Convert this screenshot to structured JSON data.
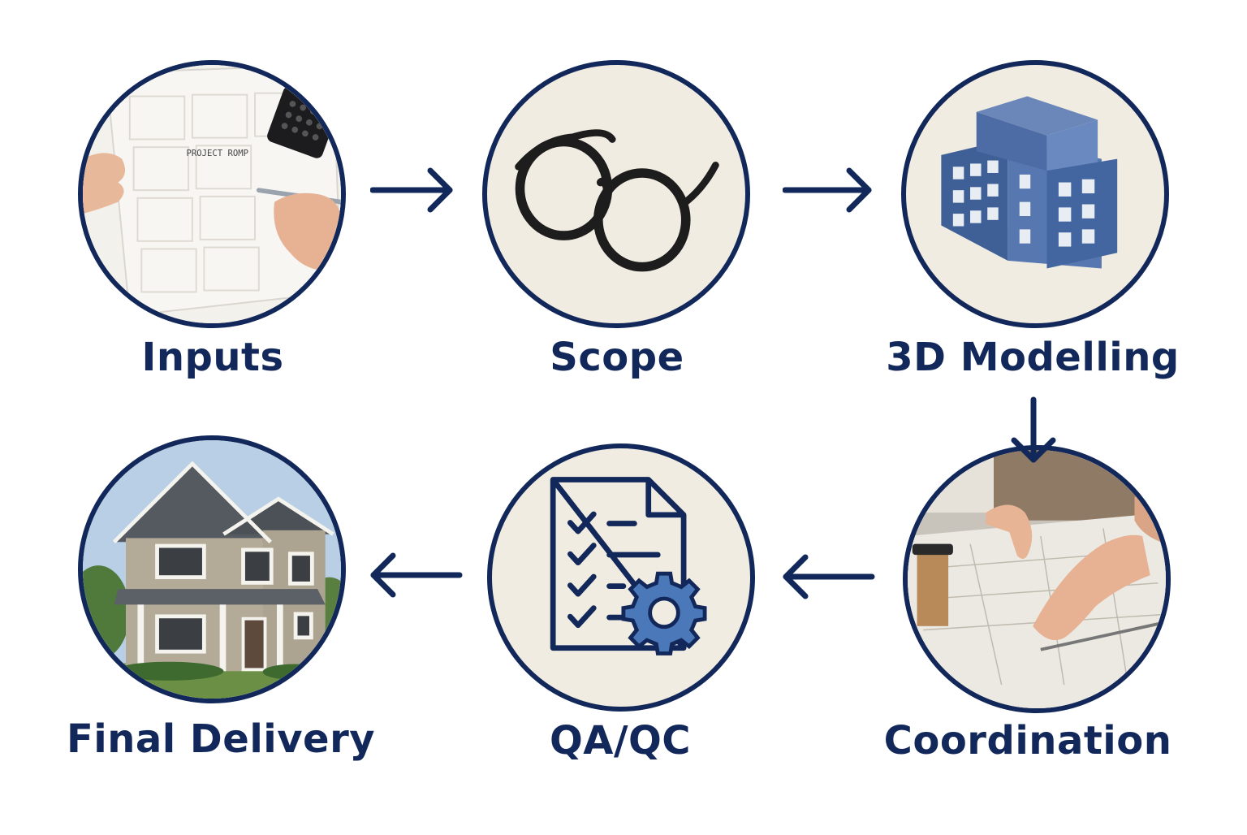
{
  "diagram": {
    "colors": {
      "navy": "#12285a",
      "circle_fill": "#f1ece1",
      "accent_blue": "#4a78b8",
      "background": "#ffffff"
    },
    "steps": [
      {
        "label": "Inputs",
        "icon": "drawing-sheet-with-hands-icon",
        "paper_text": "PROJECT ROMP"
      },
      {
        "label": "Scope",
        "icon": "eyeglasses-icon"
      },
      {
        "label": "3D Modelling",
        "icon": "building-model-icon"
      },
      {
        "label": "Coordination",
        "icon": "hands-on-plans-icon"
      },
      {
        "label": "QA/QC",
        "icon": "checklist-gear-icon"
      },
      {
        "label": "Final Delivery",
        "icon": "house-photo-icon"
      }
    ],
    "flow": [
      {
        "from": "Inputs",
        "to": "Scope",
        "direction": "right"
      },
      {
        "from": "Scope",
        "to": "3D Modelling",
        "direction": "right"
      },
      {
        "from": "3D Modelling",
        "to": "Coordination",
        "direction": "down"
      },
      {
        "from": "Coordination",
        "to": "QA/QC",
        "direction": "left"
      },
      {
        "from": "QA/QC",
        "to": "Final Delivery",
        "direction": "left"
      }
    ]
  }
}
